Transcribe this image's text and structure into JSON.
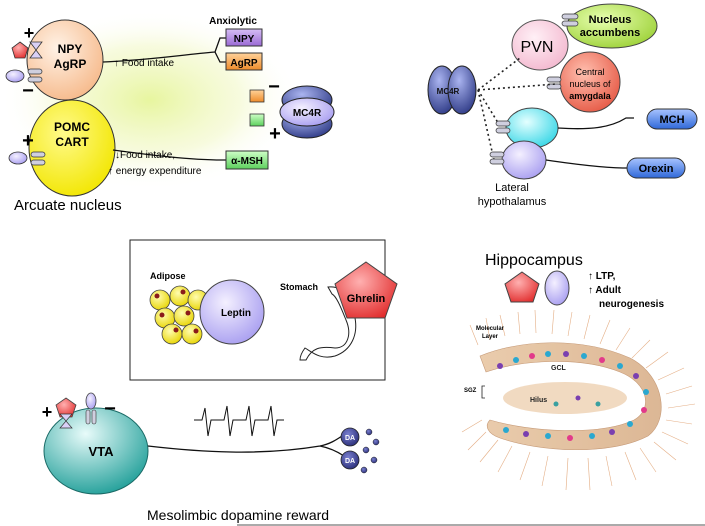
{
  "arcuate": {
    "npy_line1": "NPY",
    "npy_line2": "AgRP",
    "pomc_line1": "POMC",
    "pomc_line2": "CART",
    "food_intake_up": "↑ Food intake",
    "food_intake_down": "↓Food intake,",
    "energy_up": "↑ energy expenditure",
    "title": "Arcuate nucleus",
    "anxiolytic": "Anxiolytic",
    "npy_box": "NPY",
    "agrp_box": "AgRP",
    "amsh_box": "α-MSH",
    "mc4r": "MC4R",
    "plus_sign": "+",
    "minus_sign": "−"
  },
  "hypothalamus": {
    "pvn": "PVN",
    "nac_line1": "Nucleus",
    "nac_line2": "accumbens",
    "cna_line1": "Central",
    "cna_line2": "nucleus of",
    "cna_line3": "amygdala",
    "mc4r": "MC4R",
    "mch": "MCH",
    "orexin": "Orexin",
    "lh_line1": "Lateral",
    "lh_line2": "hypothalamus"
  },
  "periphery": {
    "adipose": "Adipose",
    "leptin": "Leptin",
    "stomach": "Stomach",
    "ghrelin": "Ghrelin"
  },
  "hippocampus": {
    "title": "Hippocampus",
    "ltp": "↑ LTP,",
    "adult": "↑ Adult",
    "neurogenesis": "neurogenesis",
    "molecular_line1": "Molecular",
    "molecular_line2": "Layer",
    "gcl": "GCL",
    "sgz": "SGZ",
    "hilus": "Hilus"
  },
  "reward": {
    "vta": "VTA",
    "da": "DA",
    "title": "Mesolimbic dopamine reward",
    "plus_sign": "+",
    "minus_sign": "−"
  },
  "colors": {
    "npy_fill": "#ffd8b8",
    "pomc_fill": "#fff200",
    "glow": "#e8f5a0",
    "purple_box": "#b58be0",
    "orange_box": "#f5a64a",
    "green_box": "#7fe07f",
    "pvn_fill": "#fbd4e4",
    "nac_fill": "#b8e05a",
    "cna_fill": "#f07a66",
    "blue_box": "#4a84e8",
    "mc4r_fill": "#4c5aa8",
    "cyan_cell": "#6ce8f0",
    "lavender": "#c8c0f8",
    "ghrelin_red": "#ee3a3a",
    "vta_teal": "#2fb2ac",
    "da_navy": "#3a3a8a"
  }
}
